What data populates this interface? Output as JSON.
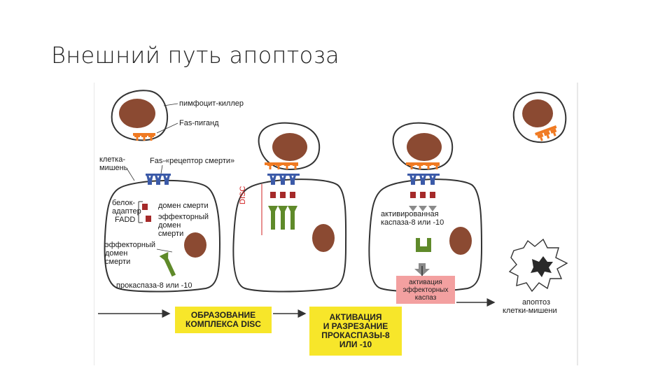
{
  "title": "Внешний путь апоптоза",
  "figure": {
    "labels": {
      "killer_cell": "пимфоцит-киллер",
      "fas_ligand": "Fas-пиганд",
      "target_cell_l1": "клетка-",
      "target_cell_l2": "мишень",
      "fas_receptor": "Fas-«рецептор смерти»",
      "adapter_l1": "белок-",
      "adapter_l2": "адаптер",
      "adapter_l3": "FADD",
      "death_domain": "домен смерти",
      "effector_dd_l1": "эффекторный",
      "effector_dd_l2": "домен",
      "effector_dd_l3": "смерти",
      "effector2_l1": "эффекторный",
      "effector2_l2": "домен",
      "effector2_l3": "смерти",
      "procaspase": "прокаспаза-8 или -10",
      "disc": "DISC",
      "activated_caspase_l1": "активированная",
      "activated_caspase_l2": "каспаза-8 или -10",
      "apoptosis_l1": "апоптоз",
      "apoptosis_l2": "клетки-мишени"
    },
    "stages": {
      "disc_formation_l1": "ОБРАЗОВАНИЕ",
      "disc_formation_l2": "КОМПЛЕКСА DISC",
      "activation_l1": "АКТИВАЦИЯ",
      "activation_l2": "И РАЗРЕЗАНИЕ",
      "activation_l3": "ПРОКАСПАЗЫ-8",
      "activation_l4": "ИЛИ -10",
      "effector_l1": "активация",
      "effector_l2": "эффекторных",
      "effector_l3": "каспаз"
    },
    "colors": {
      "nucleus": "#8b4a32",
      "ligand": "#f07a22",
      "receptor": "#3b5aa8",
      "fadd": "#a52a2a",
      "caspase": "#5f8a2a",
      "arrow": "#333333",
      "stage_box": "#f7e62a",
      "effector_box": "#f3a0a0"
    }
  }
}
